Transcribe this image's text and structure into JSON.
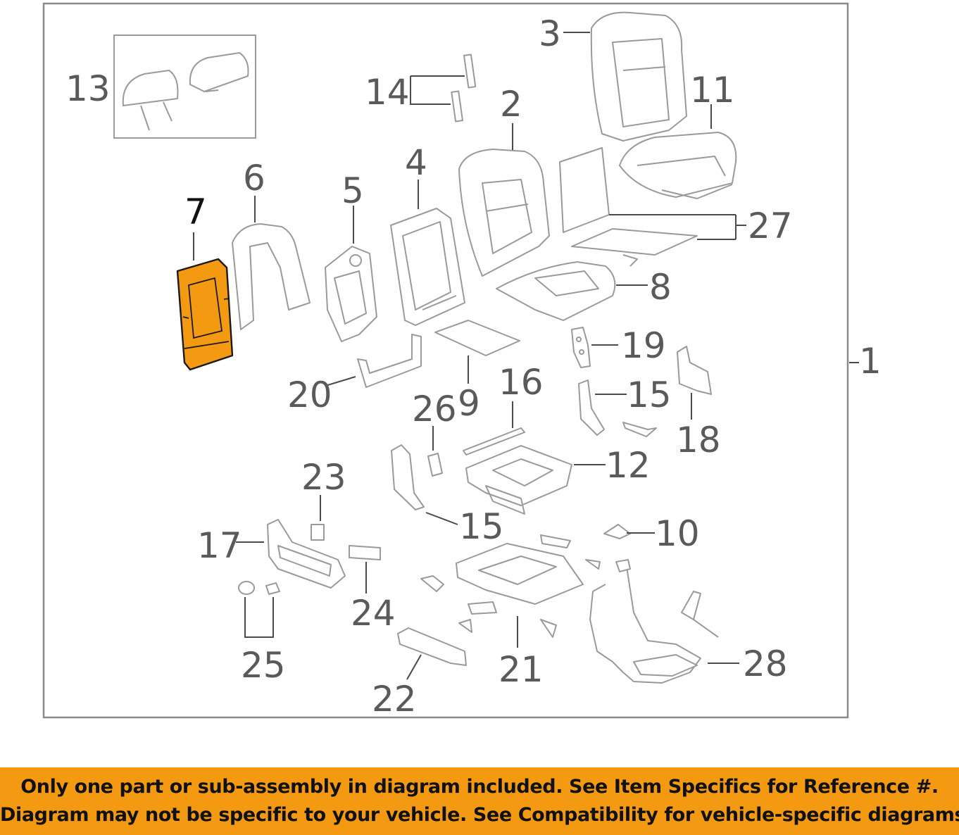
{
  "diagram": {
    "highlighted_callout": "7",
    "colors": {
      "highlight": "#f39a12",
      "line": "#9a9a9a",
      "label": "#5a5a5a",
      "banner": "#f39a12"
    },
    "callouts": {
      "c1": "1",
      "c2": "2",
      "c3": "3",
      "c4": "4",
      "c5": "5",
      "c6": "6",
      "c7": "7",
      "c8": "8",
      "c9": "9",
      "c10": "10",
      "c11": "11",
      "c12": "12",
      "c13": "13",
      "c14": "14",
      "c15a": "15",
      "c15b": "15",
      "c16": "16",
      "c17": "17",
      "c18": "18",
      "c19": "19",
      "c20": "20",
      "c21": "21",
      "c22": "22",
      "c23": "23",
      "c24": "24",
      "c25": "25",
      "c26": "26",
      "c27": "27",
      "c28": "28"
    }
  },
  "banner": {
    "line1": "Only one part or sub-assembly in diagram included. See Item Specifics for Reference #.",
    "line2": "Diagram may not be specific to your vehicle. See Compatibility for vehicle-specific diagrams."
  }
}
